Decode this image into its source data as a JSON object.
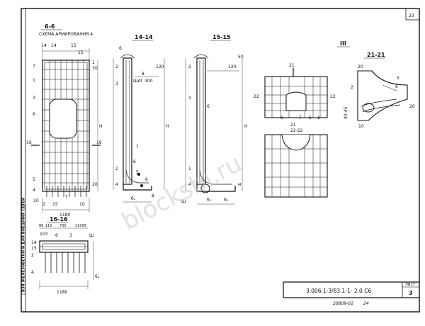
{
  "sheet": {
    "page_number": "23",
    "sheet_label": "ЛИСТ",
    "sheet_number": "3",
    "designation": "3.006.1-3/83.1-1- 2.0 C6",
    "footer_code": "20809-01",
    "footer_num": "24",
    "side_stamp": "ВЗЯ ЖЕЛЕЗОБЕТОН И ДЛЯ ВНЕШНИХ СЕТЕЙ",
    "watermark": "blocksbi.ru"
  },
  "views": {
    "v66": {
      "title": "6-6",
      "subtitle": "СХЕМА АРМИРОВАНИЯ 4",
      "width": "1180",
      "dim_h": "H",
      "labels": [
        "7",
        "1",
        "3",
        "6",
        "5",
        "4",
        "10",
        "2",
        "15",
        "7",
        "10",
        "16",
        "16",
        "14",
        "14",
        "15",
        "15",
        "1",
        "30",
        "20"
      ]
    },
    "v1414": {
      "title": "14-14",
      "pitch": "ШАГ 300",
      "labels": [
        "6",
        "2",
        "3",
        "5",
        "6",
        "8",
        "6",
        "4",
        "1",
        "2",
        "8",
        "Н",
        "120",
        "б₁"
      ]
    },
    "v1515": {
      "title": "15-15",
      "labels": [
        "3",
        "2",
        "6",
        "1",
        "4",
        "Н",
        "м",
        "50",
        "120",
        "б₁",
        "б₂",
        "Ш"
      ]
    },
    "v1616": {
      "title": "16-16",
      "width": "1180",
      "top_dims": [
        "80",
        "110",
        "730",
        "110",
        "85"
      ],
      "labels": [
        "103",
        "6",
        "3",
        "2",
        "4",
        "14",
        "15",
        "6₁",
        "Ш"
      ]
    },
    "vIII": {
      "title": "III",
      "labels": [
        "21",
        "22",
        "22",
        "6",
        "7",
        "5",
        "2",
        "21",
        "22-22"
      ]
    },
    "v2121": {
      "title": "21-21",
      "labels": [
        "20",
        "2",
        "5",
        "6",
        "40-45",
        "20",
        "10"
      ]
    }
  }
}
